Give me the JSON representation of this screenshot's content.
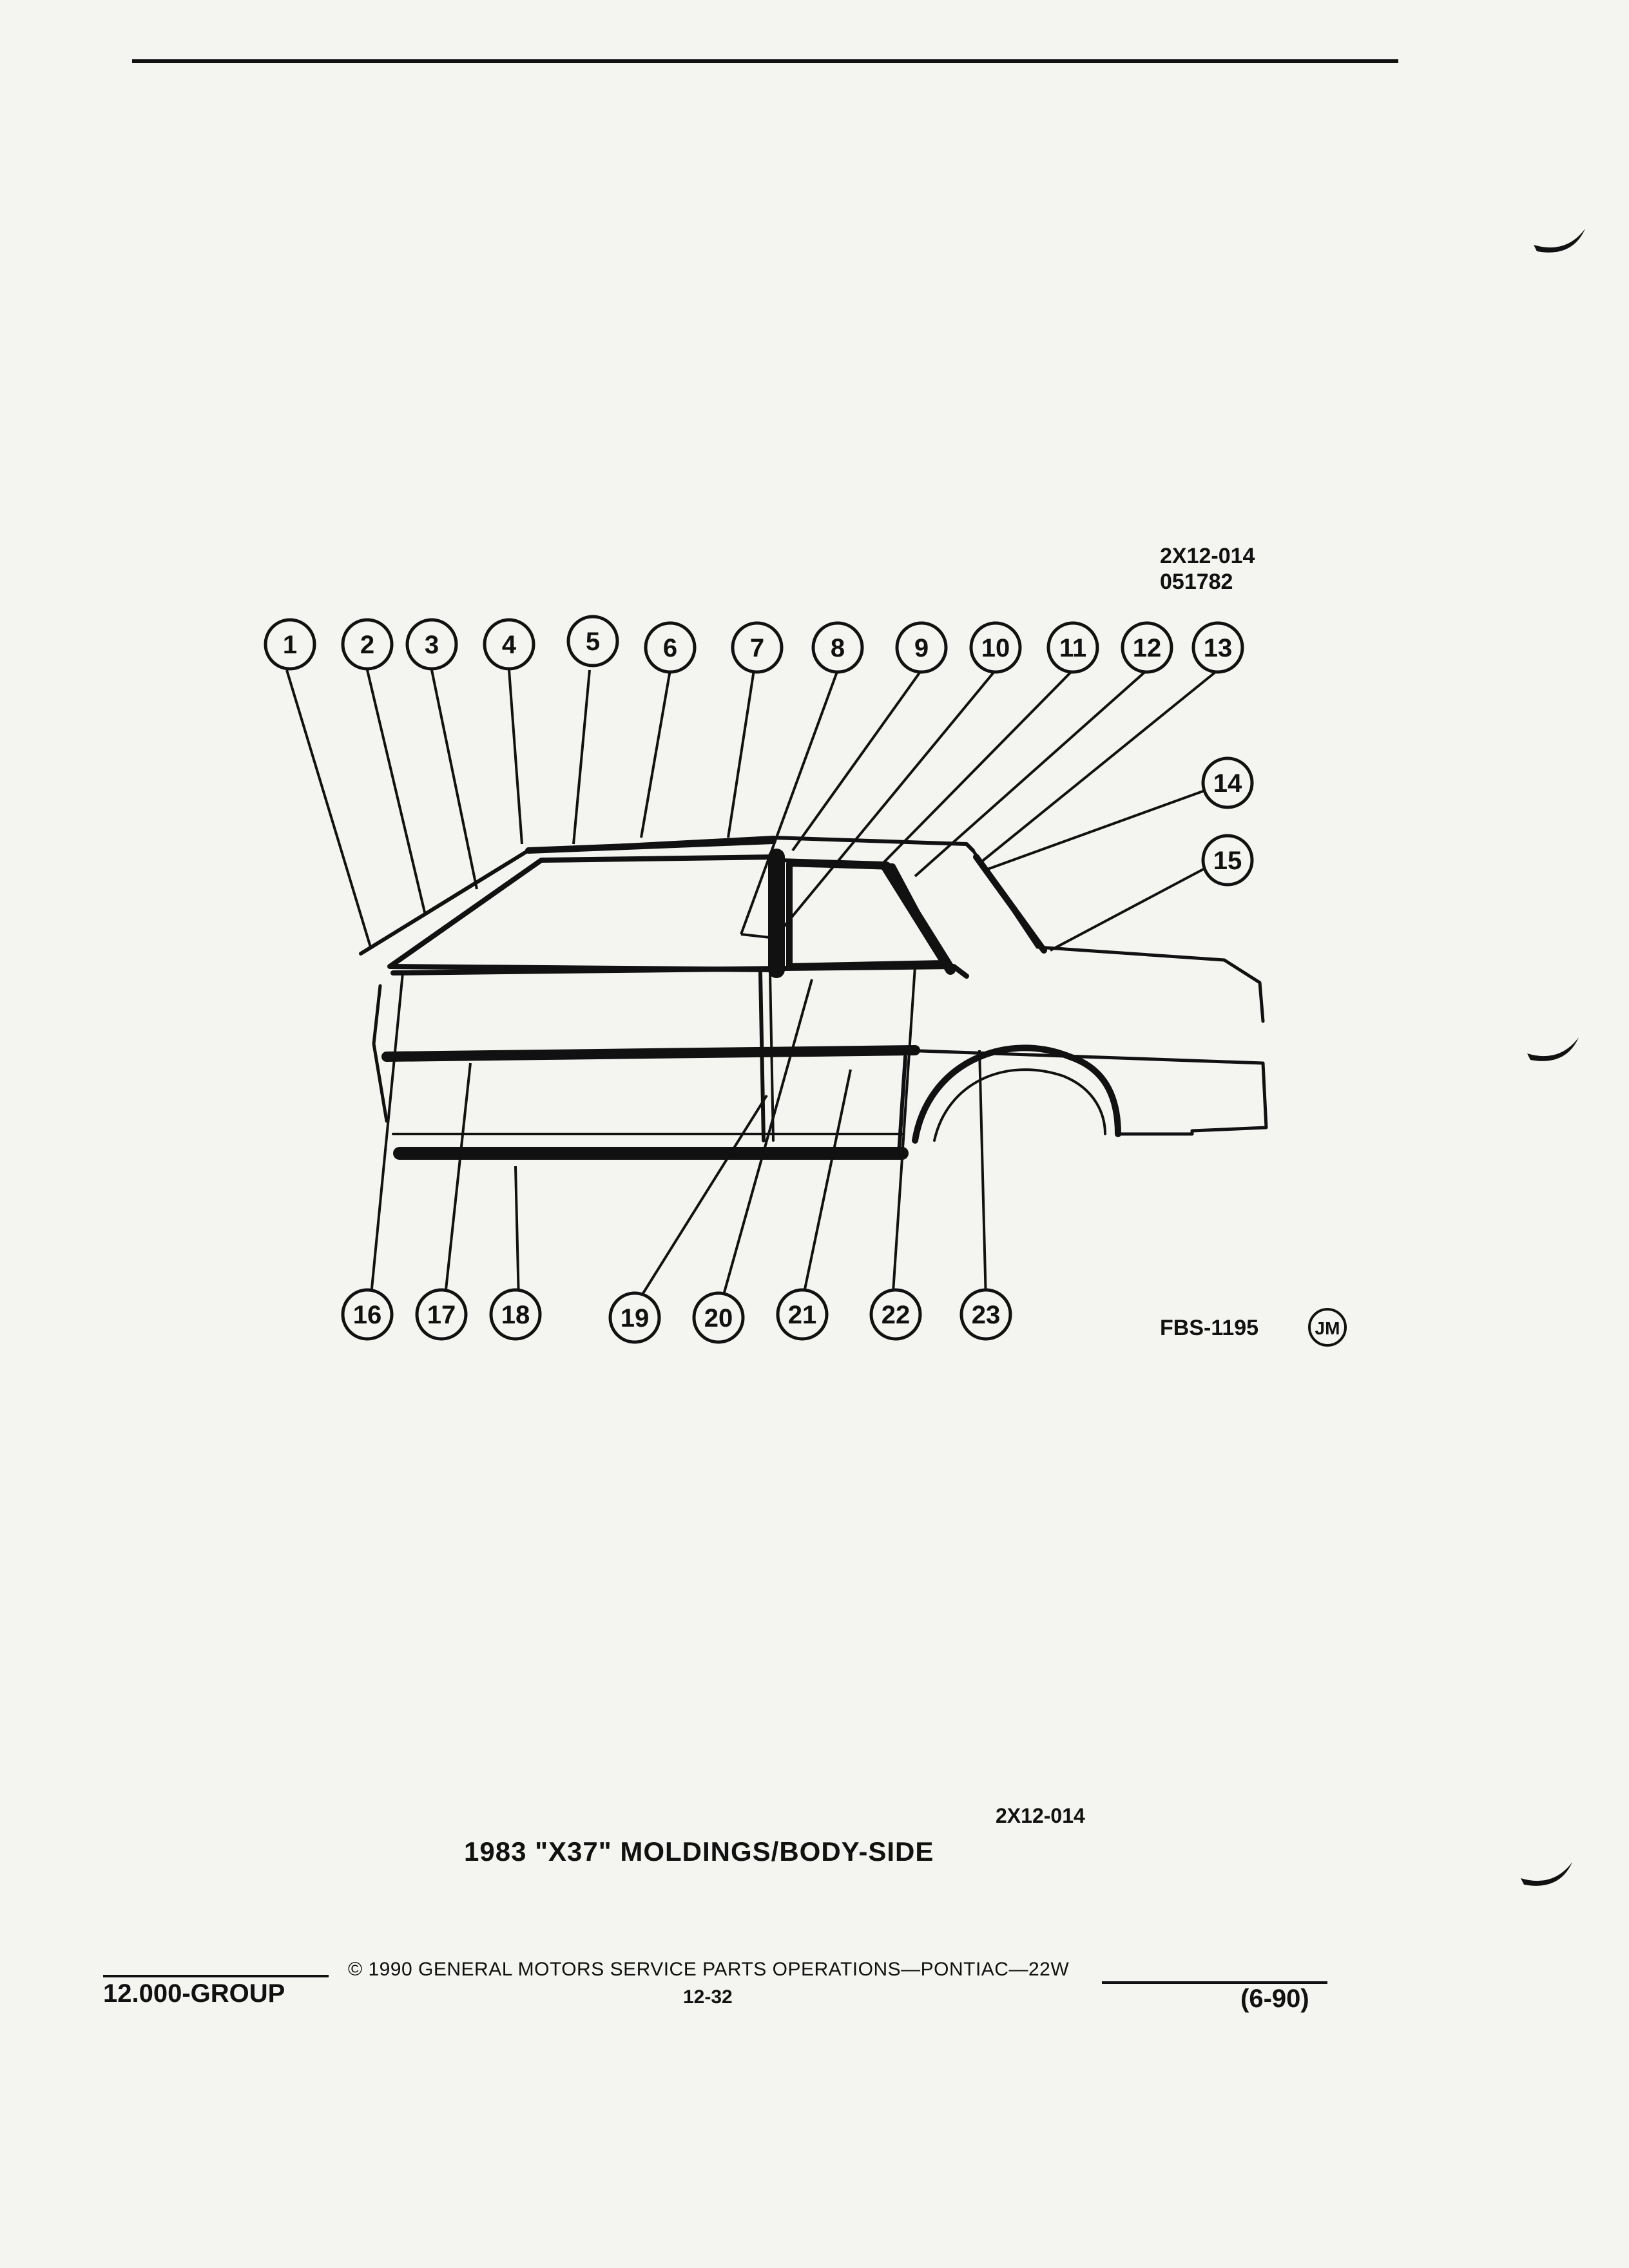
{
  "figure": {
    "code_top": "2X12-014",
    "date_code": "051782",
    "fbs_code": "FBS-1195",
    "artist_mark": "JM",
    "callouts_top": [
      "1",
      "2",
      "3",
      "4",
      "5",
      "6",
      "7",
      "8",
      "9",
      "10",
      "11",
      "12",
      "13"
    ],
    "callouts_right": [
      "14",
      "15"
    ],
    "callouts_bottom": [
      "16",
      "17",
      "18",
      "19",
      "20",
      "21",
      "22",
      "23"
    ]
  },
  "document": {
    "figure_ref": "2X12-014",
    "title": "1983 \"X37\" MOLDINGS/BODY-SIDE"
  },
  "footer": {
    "group": "12.000-GROUP",
    "copyright": "© 1990 GENERAL MOTORS SERVICE PARTS OPERATIONS—PONTIAC—22W",
    "page": "12-32",
    "date": "(6-90)"
  }
}
